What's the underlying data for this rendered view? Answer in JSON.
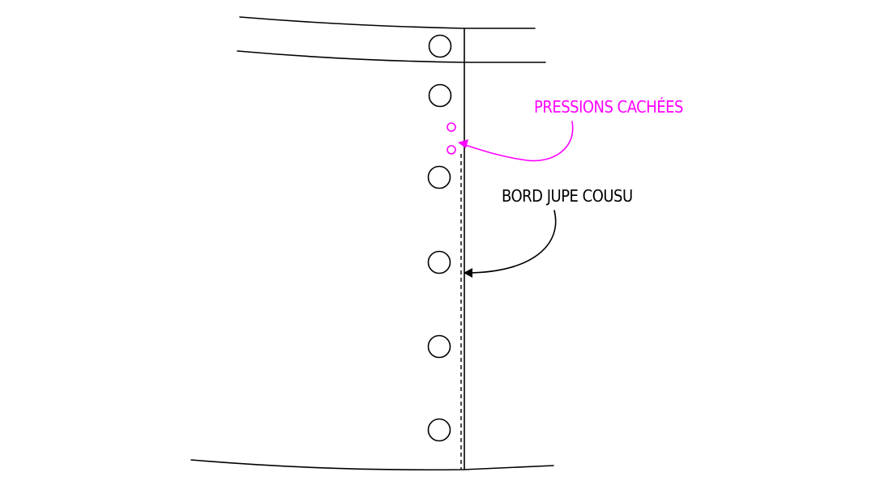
{
  "annotations": {
    "hidden_snaps": {
      "text": "PRESSIONS CACHÉES",
      "color": "#ff00ff"
    },
    "sewn_edge": {
      "text": "BORD JUPE COUSU",
      "color": "#000000"
    }
  },
  "elements": {
    "button_count": 6,
    "hidden_snap_count": 2
  }
}
